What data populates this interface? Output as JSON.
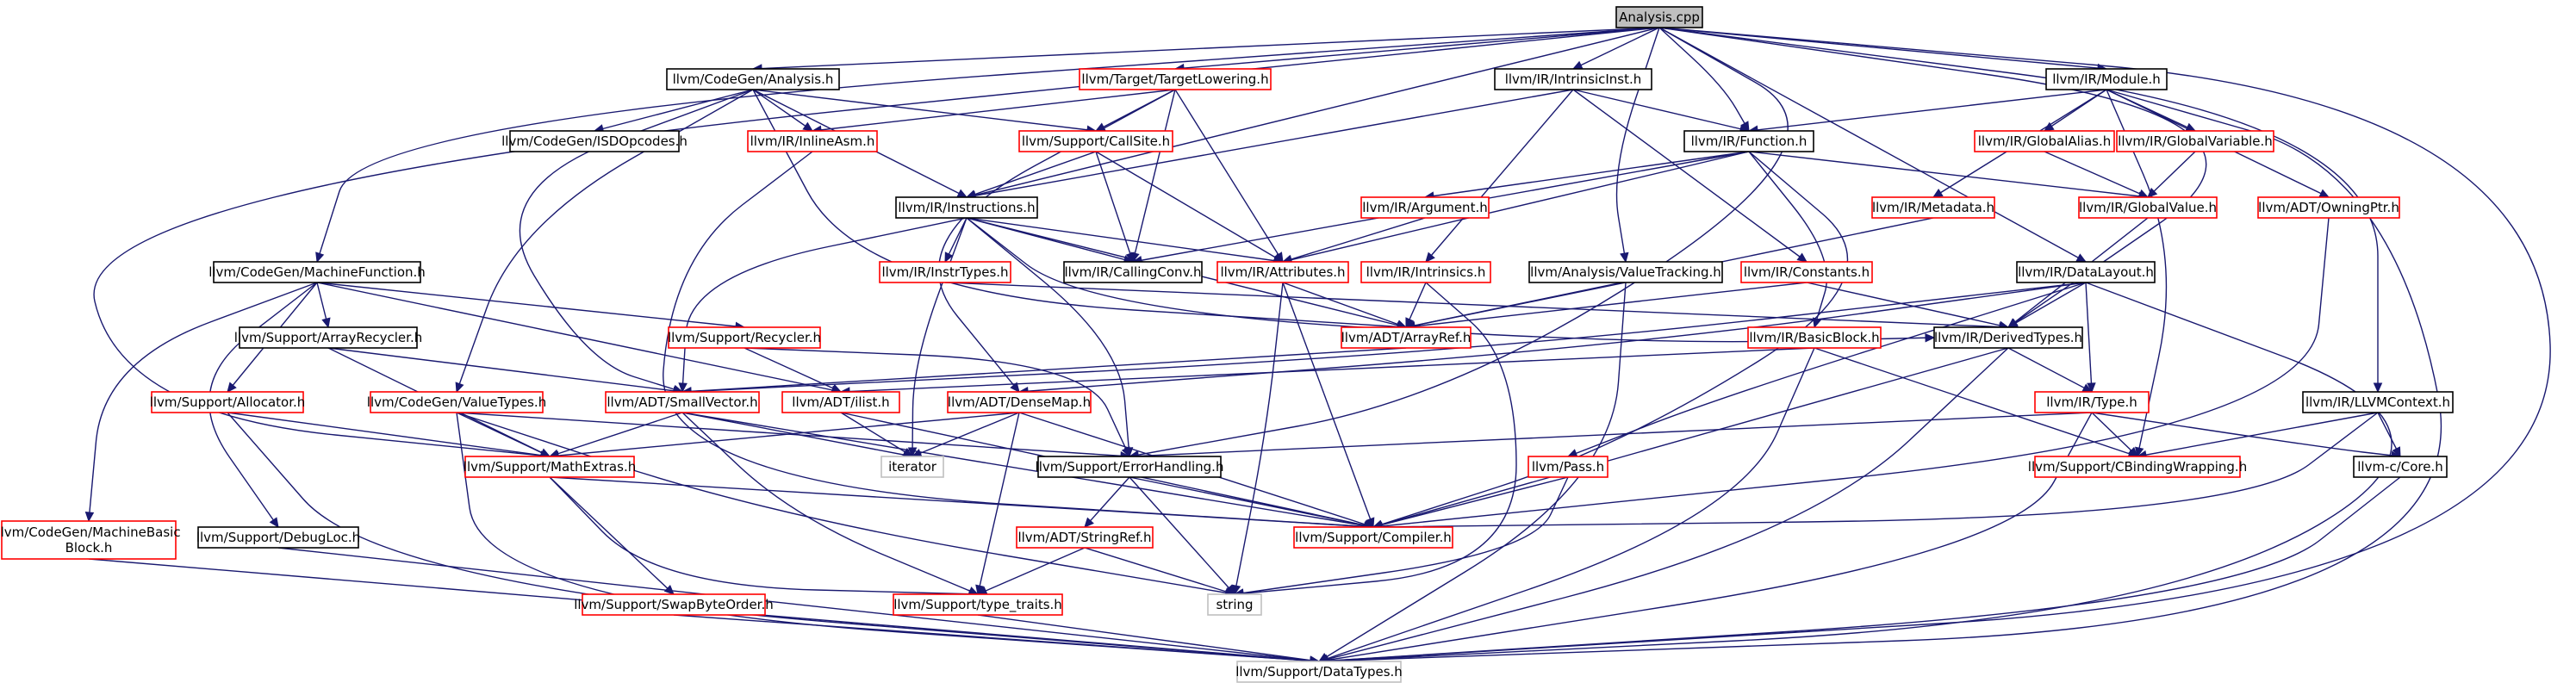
{
  "colors": {
    "edge": "#191970",
    "root_fill": "#bfbfbf",
    "documented_border": "#000000",
    "undocumented_border": "#ff0000",
    "external_border": "#bfbfbf",
    "text": "#000000"
  },
  "nodes": {
    "analysis_cpp": {
      "label": "Analysis.cpp",
      "kind": "root"
    },
    "codegen_analysis_h": {
      "label": "llvm/CodeGen/Analysis.h",
      "kind": "black"
    },
    "target_lowering_h": {
      "label": "llvm/Target/TargetLowering.h",
      "kind": "red"
    },
    "intrinsicinst_h": {
      "label": "llvm/IR/IntrinsicInst.h",
      "kind": "black"
    },
    "module_h": {
      "label": "llvm/IR/Module.h",
      "kind": "black"
    },
    "isdopcodes_h": {
      "label": "llvm/CodeGen/ISDOpcodes.h",
      "kind": "black"
    },
    "inlineasm_h": {
      "label": "llvm/IR/InlineAsm.h",
      "kind": "red"
    },
    "callsite_h": {
      "label": "llvm/Support/CallSite.h",
      "kind": "red"
    },
    "function_h": {
      "label": "llvm/IR/Function.h",
      "kind": "black"
    },
    "globalalias_h": {
      "label": "llvm/IR/GlobalAlias.h",
      "kind": "red"
    },
    "globalvariable_h": {
      "label": "llvm/IR/GlobalVariable.h",
      "kind": "red"
    },
    "instructions_h": {
      "label": "llvm/IR/Instructions.h",
      "kind": "black"
    },
    "argument_h": {
      "label": "llvm/IR/Argument.h",
      "kind": "red"
    },
    "metadata_h": {
      "label": "llvm/IR/Metadata.h",
      "kind": "red"
    },
    "globalvalue_h": {
      "label": "llvm/IR/GlobalValue.h",
      "kind": "red"
    },
    "owningptr_h": {
      "label": "llvm/ADT/OwningPtr.h",
      "kind": "red"
    },
    "machinefunction_h": {
      "label": "llvm/CodeGen/MachineFunction.h",
      "kind": "black"
    },
    "instrtypes_h": {
      "label": "llvm/IR/InstrTypes.h",
      "kind": "red"
    },
    "callingconv_h": {
      "label": "llvm/IR/CallingConv.h",
      "kind": "black"
    },
    "attributes_h": {
      "label": "llvm/IR/Attributes.h",
      "kind": "red"
    },
    "intrinsics_h": {
      "label": "llvm/IR/Intrinsics.h",
      "kind": "red"
    },
    "valuetracking_h": {
      "label": "llvm/Analysis/ValueTracking.h",
      "kind": "black"
    },
    "constants_h": {
      "label": "llvm/IR/Constants.h",
      "kind": "red"
    },
    "datalayout_h": {
      "label": "llvm/IR/DataLayout.h",
      "kind": "black"
    },
    "arrayrecycler_h": {
      "label": "llvm/Support/ArrayRecycler.h",
      "kind": "black"
    },
    "recycler_h": {
      "label": "llvm/Support/Recycler.h",
      "kind": "red"
    },
    "arrayref_h": {
      "label": "llvm/ADT/ArrayRef.h",
      "kind": "red"
    },
    "basicblock_h": {
      "label": "llvm/IR/BasicBlock.h",
      "kind": "red"
    },
    "derivedtypes_h": {
      "label": "llvm/IR/DerivedTypes.h",
      "kind": "black"
    },
    "allocator_h": {
      "label": "llvm/Support/Allocator.h",
      "kind": "red"
    },
    "valuetypes_h": {
      "label": "llvm/CodeGen/ValueTypes.h",
      "kind": "red"
    },
    "smallvector_h": {
      "label": "llvm/ADT/SmallVector.h",
      "kind": "red"
    },
    "ilist_h": {
      "label": "llvm/ADT/ilist.h",
      "kind": "red"
    },
    "densemap_h": {
      "label": "llvm/ADT/DenseMap.h",
      "kind": "red"
    },
    "type_h": {
      "label": "llvm/IR/Type.h",
      "kind": "red"
    },
    "llvmcontext_h": {
      "label": "llvm/IR/LLVMContext.h",
      "kind": "black"
    },
    "mathextras_h": {
      "label": "llvm/Support/MathExtras.h",
      "kind": "red"
    },
    "iterator": {
      "label": "iterator",
      "kind": "gray"
    },
    "errorhandling_h": {
      "label": "llvm/Support/ErrorHandling.h",
      "kind": "black"
    },
    "pass_h": {
      "label": "llvm/Pass.h",
      "kind": "red"
    },
    "cbindingwrapping_h": {
      "label": "llvm/Support/CBindingWrapping.h",
      "kind": "red"
    },
    "core_h": {
      "label": "llvm-c/Core.h",
      "kind": "black"
    },
    "machinebasicblock_h": {
      "label": "llvm/CodeGen/MachineBasic\nBlock.h",
      "kind": "red"
    },
    "debugloc_h": {
      "label": "llvm/Support/DebugLoc.h",
      "kind": "black"
    },
    "stringref_h": {
      "label": "llvm/ADT/StringRef.h",
      "kind": "red"
    },
    "compiler_h": {
      "label": "llvm/Support/Compiler.h",
      "kind": "red"
    },
    "string": {
      "label": "string",
      "kind": "gray"
    },
    "swapbyteorder_h": {
      "label": "llvm/Support/SwapByteOrder.h",
      "kind": "red"
    },
    "type_traits_h": {
      "label": "llvm/Support/type_traits.h",
      "kind": "red"
    },
    "datatypes_h": {
      "label": "llvm/Support/DataTypes.h",
      "kind": "gray"
    }
  },
  "edges": [
    [
      "analysis_cpp",
      "codegen_analysis_h"
    ],
    [
      "analysis_cpp",
      "target_lowering_h"
    ],
    [
      "analysis_cpp",
      "intrinsicinst_h"
    ],
    [
      "analysis_cpp",
      "module_h"
    ],
    [
      "analysis_cpp",
      "function_h"
    ],
    [
      "analysis_cpp",
      "instructions_h"
    ],
    [
      "analysis_cpp",
      "valuetracking_h"
    ],
    [
      "analysis_cpp",
      "datalayout_h"
    ],
    [
      "analysis_cpp",
      "derivedtypes_h"
    ],
    [
      "analysis_cpp",
      "llvmcontext_h"
    ],
    [
      "analysis_cpp",
      "mathextras_h"
    ],
    [
      "analysis_cpp",
      "machinefunction_h"
    ],
    [
      "analysis_cpp",
      "errorhandling_h"
    ],
    [
      "analysis_cpp",
      "datatypes_h"
    ],
    [
      "codegen_analysis_h",
      "isdopcodes_h"
    ],
    [
      "codegen_analysis_h",
      "inlineasm_h"
    ],
    [
      "codegen_analysis_h",
      "callsite_h"
    ],
    [
      "codegen_analysis_h",
      "instructions_h"
    ],
    [
      "codegen_analysis_h",
      "valuetypes_h"
    ],
    [
      "codegen_analysis_h",
      "smallvector_h"
    ],
    [
      "codegen_analysis_h",
      "arrayref_h"
    ],
    [
      "target_lowering_h",
      "inlineasm_h"
    ],
    [
      "target_lowering_h",
      "callsite_h"
    ],
    [
      "target_lowering_h",
      "attributes_h"
    ],
    [
      "target_lowering_h",
      "callingconv_h"
    ],
    [
      "target_lowering_h",
      "densemap_h"
    ],
    [
      "intrinsicinst_h",
      "function_h"
    ],
    [
      "intrinsicinst_h",
      "instructions_h"
    ],
    [
      "intrinsicinst_h",
      "intrinsics_h"
    ],
    [
      "intrinsicinst_h",
      "constants_h"
    ],
    [
      "module_h",
      "function_h"
    ],
    [
      "module_h",
      "globalalias_h"
    ],
    [
      "module_h",
      "globalvariable_h"
    ],
    [
      "module_h",
      "metadata_h"
    ],
    [
      "module_h",
      "owningptr_h"
    ],
    [
      "module_h",
      "cbindingwrapping_h"
    ],
    [
      "module_h",
      "datatypes_h"
    ],
    [
      "inlineasm_h",
      "compiler_h"
    ],
    [
      "callsite_h",
      "instructions_h"
    ],
    [
      "callsite_h",
      "attributes_h"
    ],
    [
      "callsite_h",
      "callingconv_h"
    ],
    [
      "function_h",
      "argument_h"
    ],
    [
      "function_h",
      "attributes_h"
    ],
    [
      "function_h",
      "callingconv_h"
    ],
    [
      "function_h",
      "globalvalue_h"
    ],
    [
      "function_h",
      "basicblock_h"
    ],
    [
      "function_h",
      "compiler_h"
    ],
    [
      "globalalias_h",
      "globalvalue_h"
    ],
    [
      "globalvariable_h",
      "globalvalue_h"
    ],
    [
      "instructions_h",
      "instrtypes_h"
    ],
    [
      "instructions_h",
      "callingconv_h"
    ],
    [
      "instructions_h",
      "attributes_h"
    ],
    [
      "instructions_h",
      "arrayref_h"
    ],
    [
      "instructions_h",
      "smallvector_h"
    ],
    [
      "instructions_h",
      "errorhandling_h"
    ],
    [
      "instructions_h",
      "iterator"
    ],
    [
      "instructions_h",
      "derivedtypes_h"
    ],
    [
      "argument_h",
      "attributes_h"
    ],
    [
      "metadata_h",
      "arrayref_h"
    ],
    [
      "globalvalue_h",
      "derivedtypes_h"
    ],
    [
      "owningptr_h",
      "compiler_h"
    ],
    [
      "machinefunction_h",
      "arrayrecycler_h"
    ],
    [
      "machinefunction_h",
      "recycler_h"
    ],
    [
      "machinefunction_h",
      "allocator_h"
    ],
    [
      "machinefunction_h",
      "ilist_h"
    ],
    [
      "machinefunction_h",
      "machinebasicblock_h"
    ],
    [
      "machinefunction_h",
      "debugloc_h"
    ],
    [
      "instrtypes_h",
      "derivedtypes_h"
    ],
    [
      "attributes_h",
      "arrayref_h"
    ],
    [
      "attributes_h",
      "compiler_h"
    ],
    [
      "attributes_h",
      "string"
    ],
    [
      "intrinsics_h",
      "arrayref_h"
    ],
    [
      "intrinsics_h",
      "string"
    ],
    [
      "valuetracking_h",
      "arrayref_h"
    ],
    [
      "valuetracking_h",
      "datatypes_h"
    ],
    [
      "constants_h",
      "arrayref_h"
    ],
    [
      "constants_h",
      "derivedtypes_h"
    ],
    [
      "datalayout_h",
      "derivedtypes_h"
    ],
    [
      "datalayout_h",
      "type_h"
    ],
    [
      "datalayout_h",
      "pass_h"
    ],
    [
      "datalayout_h",
      "densemap_h"
    ],
    [
      "datalayout_h",
      "smallvector_h"
    ],
    [
      "datalayout_h",
      "datatypes_h"
    ],
    [
      "arrayrecycler_h",
      "smallvector_h"
    ],
    [
      "arrayrecycler_h",
      "mathextras_h"
    ],
    [
      "recycler_h",
      "ilist_h"
    ],
    [
      "recycler_h",
      "errorhandling_h"
    ],
    [
      "arrayref_h",
      "smallvector_h"
    ],
    [
      "basicblock_h",
      "ilist_h"
    ],
    [
      "basicblock_h",
      "cbindingwrapping_h"
    ],
    [
      "basicblock_h",
      "datatypes_h"
    ],
    [
      "derivedtypes_h",
      "type_h"
    ],
    [
      "derivedtypes_h",
      "compiler_h"
    ],
    [
      "derivedtypes_h",
      "datatypes_h"
    ],
    [
      "allocator_h",
      "mathextras_h"
    ],
    [
      "allocator_h",
      "datatypes_h"
    ],
    [
      "valuetypes_h",
      "mathextras_h"
    ],
    [
      "valuetypes_h",
      "errorhandling_h"
    ],
    [
      "valuetypes_h",
      "string"
    ],
    [
      "valuetypes_h",
      "datatypes_h"
    ],
    [
      "smallvector_h",
      "mathextras_h"
    ],
    [
      "smallvector_h",
      "compiler_h"
    ],
    [
      "smallvector_h",
      "type_traits_h"
    ],
    [
      "smallvector_h",
      "iterator"
    ],
    [
      "ilist_h",
      "iterator"
    ],
    [
      "ilist_h",
      "compiler_h"
    ],
    [
      "densemap_h",
      "mathextras_h"
    ],
    [
      "densemap_h",
      "compiler_h"
    ],
    [
      "densemap_h",
      "type_traits_h"
    ],
    [
      "densemap_h",
      "iterator"
    ],
    [
      "type_h",
      "errorhandling_h"
    ],
    [
      "type_h",
      "cbindingwrapping_h"
    ],
    [
      "type_h",
      "core_h"
    ],
    [
      "type_h",
      "datatypes_h"
    ],
    [
      "llvmcontext_h",
      "compiler_h"
    ],
    [
      "llvmcontext_h",
      "cbindingwrapping_h"
    ],
    [
      "llvmcontext_h",
      "core_h"
    ],
    [
      "mathextras_h",
      "compiler_h"
    ],
    [
      "mathextras_h",
      "swapbyteorder_h"
    ],
    [
      "mathextras_h",
      "type_traits_h"
    ],
    [
      "errorhandling_h",
      "compiler_h"
    ],
    [
      "errorhandling_h",
      "stringref_h"
    ],
    [
      "errorhandling_h",
      "string"
    ],
    [
      "pass_h",
      "compiler_h"
    ],
    [
      "pass_h",
      "string"
    ],
    [
      "core_h",
      "datatypes_h"
    ],
    [
      "machinebasicblock_h",
      "datatypes_h"
    ],
    [
      "debugloc_h",
      "datatypes_h"
    ],
    [
      "stringref_h",
      "type_traits_h"
    ],
    [
      "stringref_h",
      "string"
    ],
    [
      "swapbyteorder_h",
      "datatypes_h"
    ],
    [
      "type_traits_h",
      "datatypes_h"
    ]
  ]
}
